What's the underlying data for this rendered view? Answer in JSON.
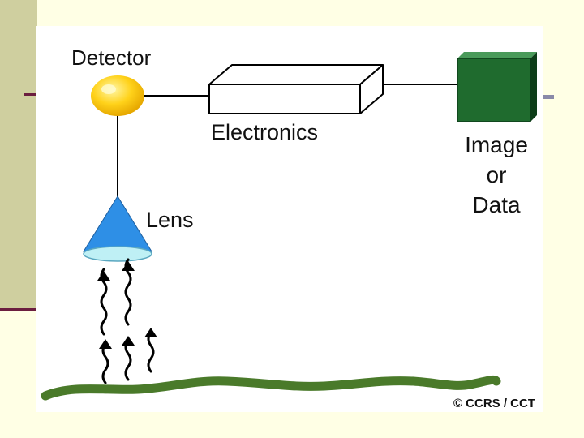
{
  "diagram": {
    "labels": {
      "detector": "Detector",
      "electronics": "Electronics",
      "image_line1": "Image",
      "image_line2": "or",
      "image_line3": "Data",
      "lens": "Lens",
      "credit": "© CCRS / CCT"
    },
    "colors": {
      "background": "#ffffe5",
      "side_bar": "#cfcf9f",
      "accent_rule": "#6b1e3f",
      "detector": "#ffd21a",
      "lens_cone": "#2e8fe6",
      "lens_glass": "#bff0f5",
      "display": "#1f6b2e",
      "ground": "#4a7a2a"
    }
  }
}
